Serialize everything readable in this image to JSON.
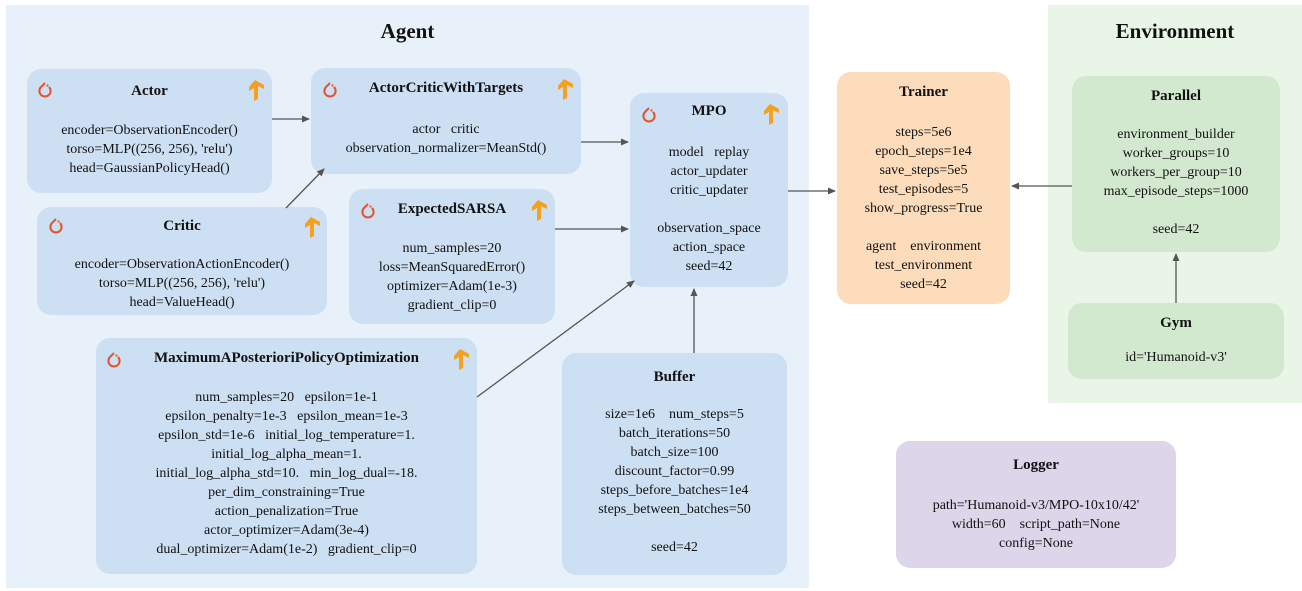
{
  "agent_region": {
    "title": "Agent"
  },
  "environment_region": {
    "title": "Environment"
  },
  "nodes": {
    "actor": {
      "title": "Actor",
      "lines": [
        "encoder=ObservationEncoder()",
        "torso=MLP((256, 256), 'relu')",
        "head=GaussianPolicyHead()"
      ]
    },
    "critic": {
      "title": "Critic",
      "lines": [
        "encoder=ObservationActionEncoder()",
        "torso=MLP((256, 256), 'relu')",
        "head=ValueHead()"
      ]
    },
    "actor_critic": {
      "title": "ActorCriticWithTargets",
      "lines": [
        "actor   critic",
        "observation_normalizer=MeanStd()"
      ]
    },
    "expected_sarsa": {
      "title": "ExpectedSARSA",
      "lines": [
        "num_samples=20",
        "loss=MeanSquaredError()",
        "optimizer=Adam(1e-3)",
        "gradient_clip=0"
      ]
    },
    "mpo_updater": {
      "title": "MaximumAPosterioriPolicyOptimization",
      "lines": [
        "num_samples=20   epsilon=1e-1",
        "epsilon_penalty=1e-3   epsilon_mean=1e-3",
        "epsilon_std=1e-6   initial_log_temperature=1.",
        "initial_log_alpha_mean=1.",
        "initial_log_alpha_std=10.   min_log_dual=-18.",
        "per_dim_constraining=True",
        "action_penalization=True",
        "actor_optimizer=Adam(3e-4)",
        "dual_optimizer=Adam(1e-2)   gradient_clip=0"
      ]
    },
    "mpo": {
      "title": "MPO",
      "lines": [
        "model   replay",
        "actor_updater",
        "critic_updater",
        "",
        "observation_space",
        "action_space",
        "seed=42"
      ]
    },
    "buffer": {
      "title": "Buffer",
      "lines": [
        "size=1e6    num_steps=5",
        "batch_iterations=50",
        "batch_size=100",
        "discount_factor=0.99",
        "steps_before_batches=1e4",
        "steps_between_batches=50",
        "",
        "seed=42"
      ]
    },
    "trainer": {
      "title": "Trainer",
      "lines": [
        "steps=5e6",
        "epoch_steps=1e4",
        "save_steps=5e5",
        "test_episodes=5",
        "show_progress=True",
        "",
        "agent    environment",
        "test_environment",
        "seed=42"
      ]
    },
    "parallel": {
      "title": "Parallel",
      "lines": [
        "environment_builder",
        "worker_groups=10",
        "workers_per_group=10",
        "max_episode_steps=1000",
        "",
        "seed=42"
      ]
    },
    "gym": {
      "title": "Gym",
      "lines": [
        "id='Humanoid-v3'"
      ]
    },
    "logger": {
      "title": "Logger",
      "lines": [
        "path='Humanoid-v3/MPO-10x10/42'",
        "width=60    script_path=None",
        "config=None"
      ]
    }
  },
  "icons": {
    "pytorch": "pytorch-logo-icon",
    "tensorflow": "tensorflow-logo-icon"
  },
  "colors": {
    "agent_bg": "#e8f0fa",
    "env_bg": "#e9f5e6",
    "blue_box": "#cddff2",
    "orange_box": "#fcdcba",
    "green_box": "#d3e9cf",
    "purple_box": "#ddd5ea",
    "arrow": "#555555",
    "pytorch": "#e5532d",
    "tensorflow": "#f5a020"
  }
}
